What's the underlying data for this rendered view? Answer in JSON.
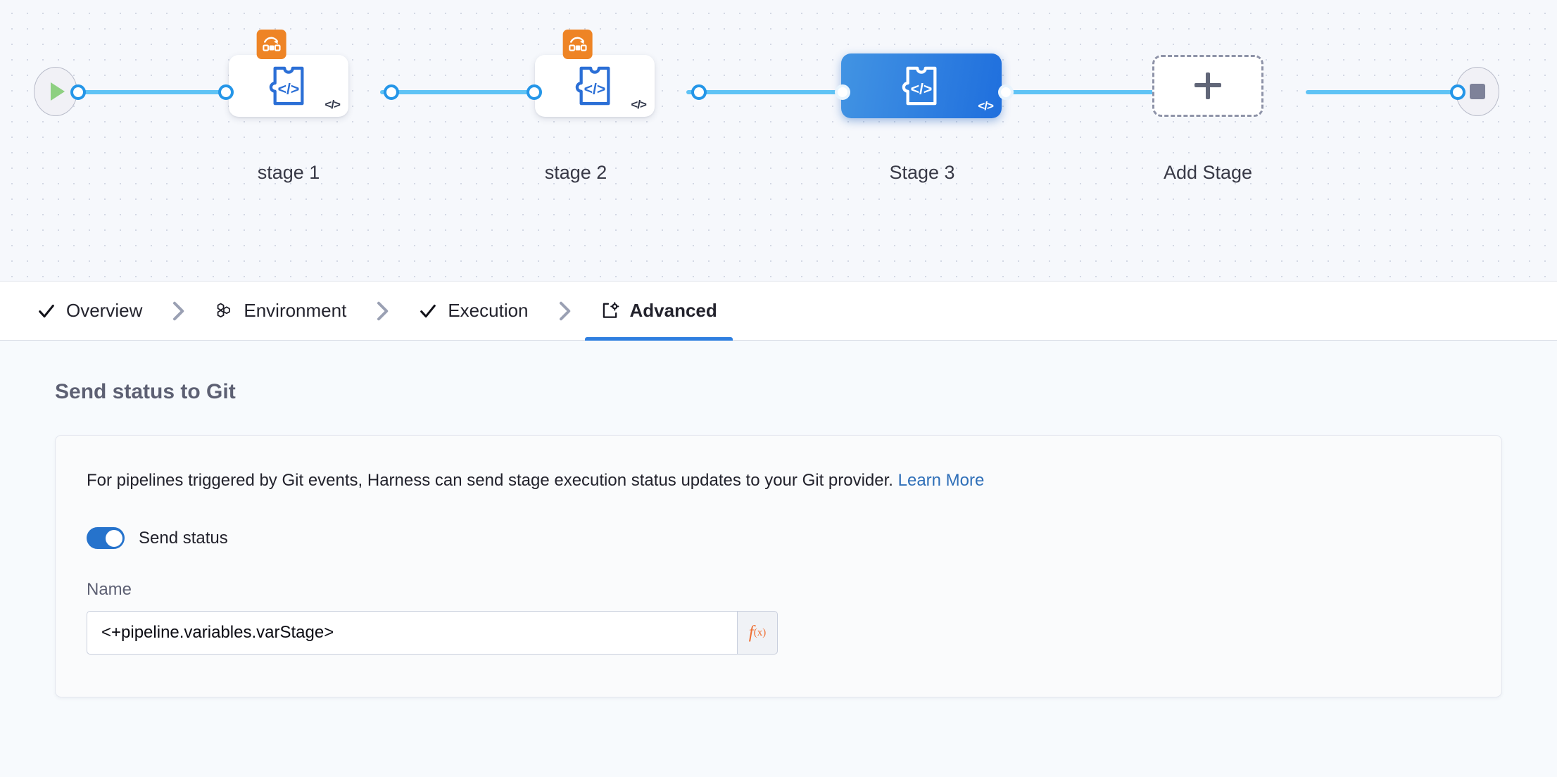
{
  "canvas": {
    "start_node": {
      "icon": "play-icon",
      "name": "pipeline-start-node"
    },
    "end_node": {
      "icon": "stop-icon",
      "name": "pipeline-end-node"
    },
    "stages": [
      {
        "label": "stage 1",
        "selected": false,
        "has_matrix_strategy": true,
        "template_marker": "</>",
        "icon": "custom-stage-icon"
      },
      {
        "label": "stage 2",
        "selected": false,
        "has_matrix_strategy": true,
        "template_marker": "</>",
        "icon": "custom-stage-icon"
      },
      {
        "label": "Stage 3",
        "selected": true,
        "has_matrix_strategy": false,
        "template_marker": "</>",
        "icon": "custom-stage-icon"
      }
    ],
    "add_stage": {
      "label": "Add Stage",
      "icon": "plus-icon"
    }
  },
  "tabs": [
    {
      "label": "Overview",
      "icon": "check-icon",
      "active": false
    },
    {
      "label": "Environment",
      "icon": "infrastructure-icon",
      "active": false
    },
    {
      "label": "Execution",
      "icon": "check-icon",
      "active": false
    },
    {
      "label": "Advanced",
      "icon": "advanced-gear-icon",
      "active": true
    }
  ],
  "main": {
    "section_title": "Send status to Git",
    "description": "For pipelines triggered by Git events, Harness can send stage execution status updates to your Git provider.",
    "learn_more": "Learn More",
    "send_status_toggle": {
      "label": "Send status",
      "enabled": true
    },
    "name_field": {
      "label": "Name",
      "value": "<+pipeline.variables.varStage>",
      "placeholder": "",
      "expression_button": "f(x)"
    }
  },
  "colors": {
    "accent_blue": "#2f7fe0",
    "connector_blue": "#5fc3f5",
    "matrix_orange": "#ee8425",
    "expression_orange": "#ef6f33",
    "link_blue": "#2f6fb8",
    "play_green": "#8ed081",
    "stop_gray": "#7e8299"
  }
}
